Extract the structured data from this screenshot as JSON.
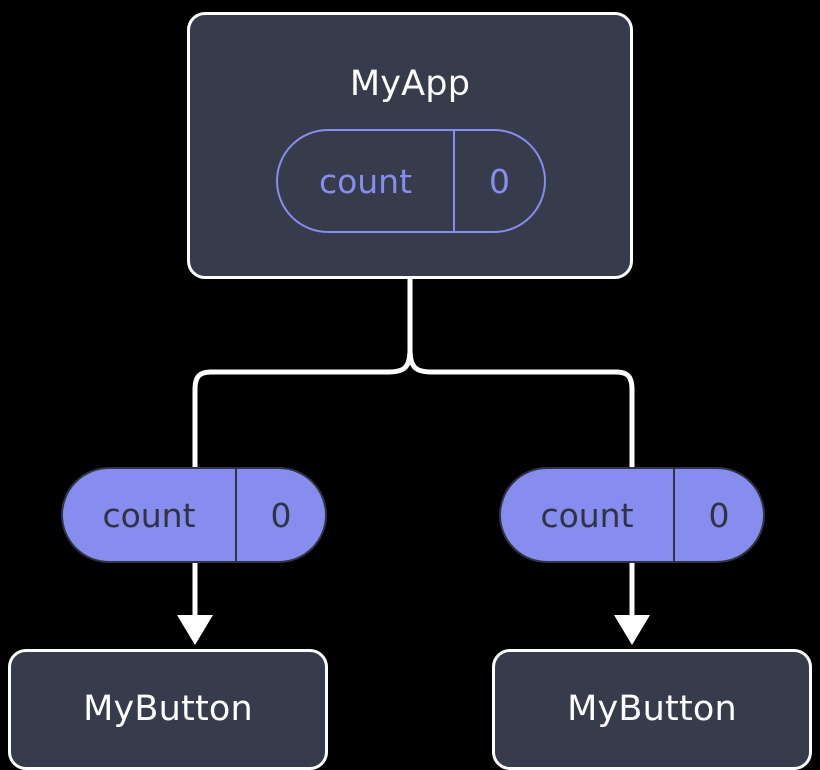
{
  "diagram": {
    "type": "component-state-tree",
    "background_color": "#000000",
    "palette": {
      "node_fill": "#363c4b",
      "node_border": "#ffffff",
      "node_text": "#ffffff",
      "state_accent": "#878cef",
      "state_text_dark": "#2e3440",
      "edge_color": "#ffffff"
    },
    "root": {
      "title": "MyApp",
      "state": {
        "key": "count",
        "value": "0"
      }
    },
    "children": [
      {
        "state": {
          "key": "count",
          "value": "0"
        },
        "title": "MyButton"
      },
      {
        "state": {
          "key": "count",
          "value": "0"
        },
        "title": "MyButton"
      }
    ]
  }
}
